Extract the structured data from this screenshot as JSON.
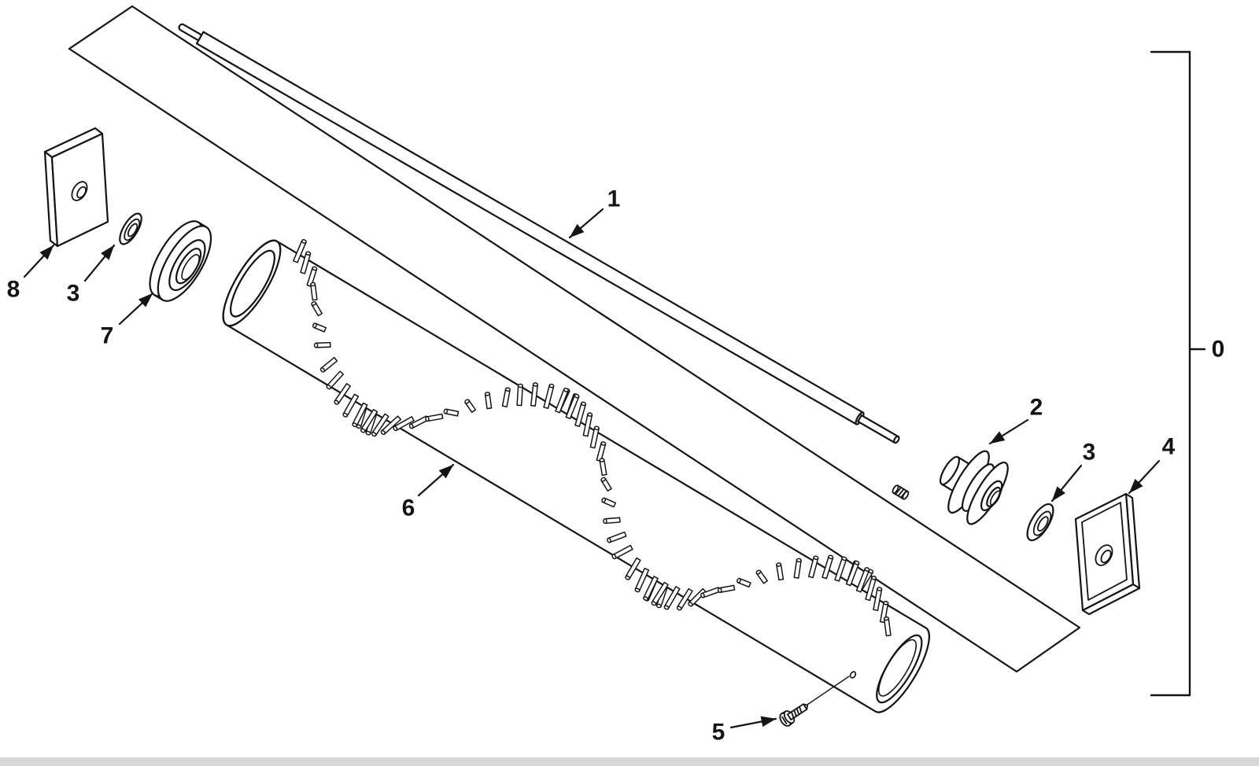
{
  "figure_type": "exploded-parts-diagram",
  "colors": {
    "line": "#141414",
    "background": "#ffffff",
    "page_edge": "#d8d8d8"
  },
  "callouts": {
    "c0": {
      "text": "0"
    },
    "c1": {
      "text": "1"
    },
    "c2": {
      "text": "2"
    },
    "c3_left": {
      "text": "3"
    },
    "c3_right": {
      "text": "3"
    },
    "c4": {
      "text": "4"
    },
    "c5": {
      "text": "5"
    },
    "c6": {
      "text": "6"
    },
    "c7": {
      "text": "7"
    },
    "c8": {
      "text": "8"
    }
  }
}
